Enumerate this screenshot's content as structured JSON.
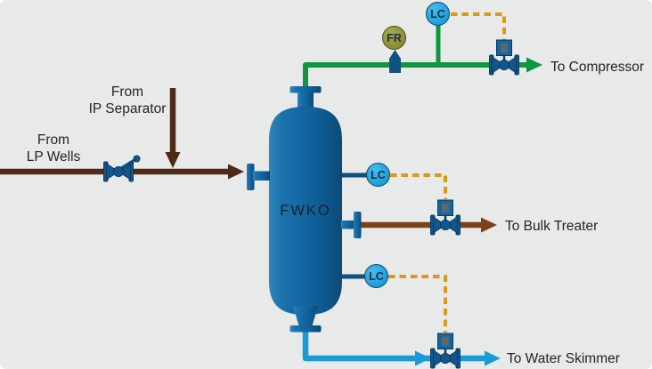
{
  "vessel": {
    "label": "FWKO"
  },
  "streams": {
    "lp_wells": {
      "label": "From\nLP Wells",
      "color": "#4e2b18"
    },
    "ip_separator": {
      "label": "From\nIP Separator",
      "color": "#4e2b18"
    },
    "gas": {
      "label": "To Compressor",
      "color": "#0f9640"
    },
    "oil": {
      "label": "To Bulk Treater",
      "color": "#7c4117"
    },
    "water": {
      "label": "To Water Skimmer",
      "color": "#1b9ad6"
    }
  },
  "instruments": {
    "flow_recorder": {
      "label": "FR",
      "fill": "#8f9032"
    },
    "level_controller_gas": {
      "label": "LC",
      "fill": "#18a3e0"
    },
    "level_controller_oil": {
      "label": "LC",
      "fill": "#18a3e0"
    },
    "level_controller_water": {
      "label": "LC",
      "fill": "#18a3e0"
    }
  },
  "colors": {
    "background": "#e8e9e9",
    "signal_dashed": "#dd9913",
    "valve_body": "#13568c",
    "vessel_blue_light": "#2e86bc",
    "vessel_blue_dark": "#0b4a77"
  }
}
